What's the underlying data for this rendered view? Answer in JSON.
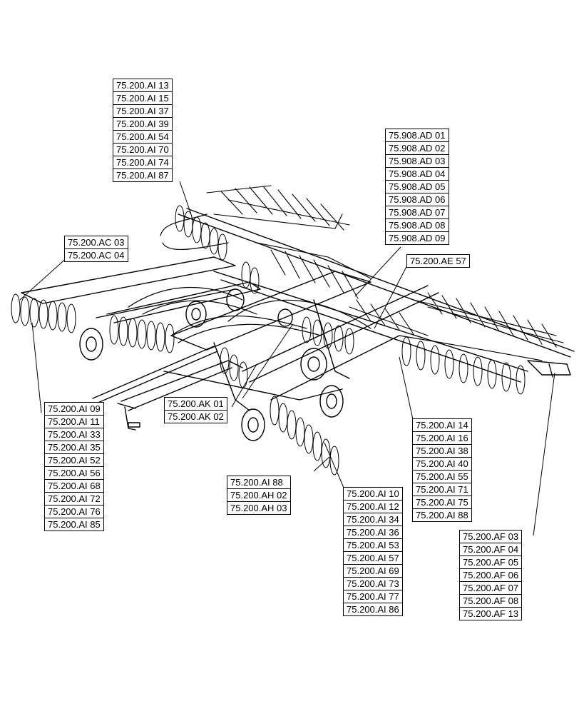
{
  "callouts": {
    "ai_top": [
      "75.200.AI 13",
      "75.200.AI 15",
      "75.200.AI 37",
      "75.200.AI 39",
      "75.200.AI 54",
      "75.200.AI 70",
      "75.200.AI 74",
      "75.200.AI 87"
    ],
    "ad": [
      "75.908.AD 01",
      "75.908.AD 02",
      "75.908.AD 03",
      "75.908.AD 04",
      "75.908.AD 05",
      "75.908.AD 06",
      "75.908.AD 07",
      "75.908.AD 08",
      "75.908.AD 09"
    ],
    "ac": [
      "75.200.AC 03",
      "75.200.AC 04"
    ],
    "ae": [
      "75.200.AE 57"
    ],
    "ai_left": [
      "75.200.AI 09",
      "75.200.AI 11",
      "75.200.AI 33",
      "75.200.AI 35",
      "75.200.AI 52",
      "75.200.AI 56",
      "75.200.AI 68",
      "75.200.AI 72",
      "75.200.AI 76",
      "75.200.AI 85"
    ],
    "ak": [
      "75.200.AK 01",
      "75.200.AK 02"
    ],
    "ai_right": [
      "75.200.AI 14",
      "75.200.AI 16",
      "75.200.AI 38",
      "75.200.AI 40",
      "75.200.AI 55",
      "75.200.AI 71",
      "75.200.AI 75",
      "75.200.AI 88"
    ],
    "ah": [
      "75.200.AI 88",
      "75.200.AH 02",
      "75.200.AH 03"
    ],
    "ai_bottom": [
      "75.200.AI 10",
      "75.200.AI 12",
      "75.200.AI 34",
      "75.200.AI 36",
      "75.200.AI 53",
      "75.200.AI 57",
      "75.200.AI 69",
      "75.200.AI 73",
      "75.200.AI 77",
      "75.200.AI 86"
    ],
    "af": [
      "75.200.AF 03",
      "75.200.AF 04",
      "75.200.AF 05",
      "75.200.AF 06",
      "75.200.AF 07",
      "75.200.AF 08",
      "75.200.AF 13"
    ]
  }
}
